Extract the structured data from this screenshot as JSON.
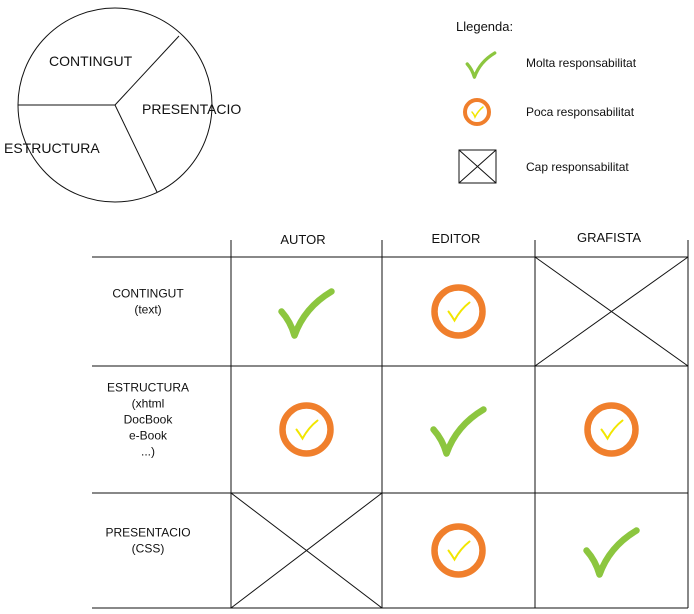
{
  "pie": {
    "sections": [
      "CONTINGUT",
      "PRESENTACIO",
      "ESTRUCTURA"
    ]
  },
  "legend": {
    "title": "Llegenda:",
    "items": [
      {
        "icon": "check-icon",
        "label": "Molta responsabilitat"
      },
      {
        "icon": "circle-check-icon",
        "label": "Poca responsabilitat"
      },
      {
        "icon": "cross-box-icon",
        "label": "Cap responsabilitat"
      }
    ]
  },
  "table": {
    "columns": [
      "AUTOR",
      "EDITOR",
      "GRAFISTA"
    ],
    "rows": [
      {
        "label_lines": [
          "CONTINGUT",
          "(text)"
        ],
        "cells": [
          "check",
          "circle",
          "cross"
        ]
      },
      {
        "label_lines": [
          "ESTRUCTURA",
          "(xhtml",
          "DocBook",
          "e-Book",
          "...)"
        ],
        "cells": [
          "circle",
          "check",
          "circle"
        ]
      },
      {
        "label_lines": [
          "PRESENTACIO",
          "(CSS)"
        ],
        "cells": [
          "cross",
          "circle",
          "check"
        ]
      }
    ]
  },
  "colors": {
    "check": "#8cc63f",
    "circle_ring": "#f07f2c",
    "circle_fill": "#ffffff",
    "circle_check": "#f2e600",
    "line": "#111111"
  }
}
